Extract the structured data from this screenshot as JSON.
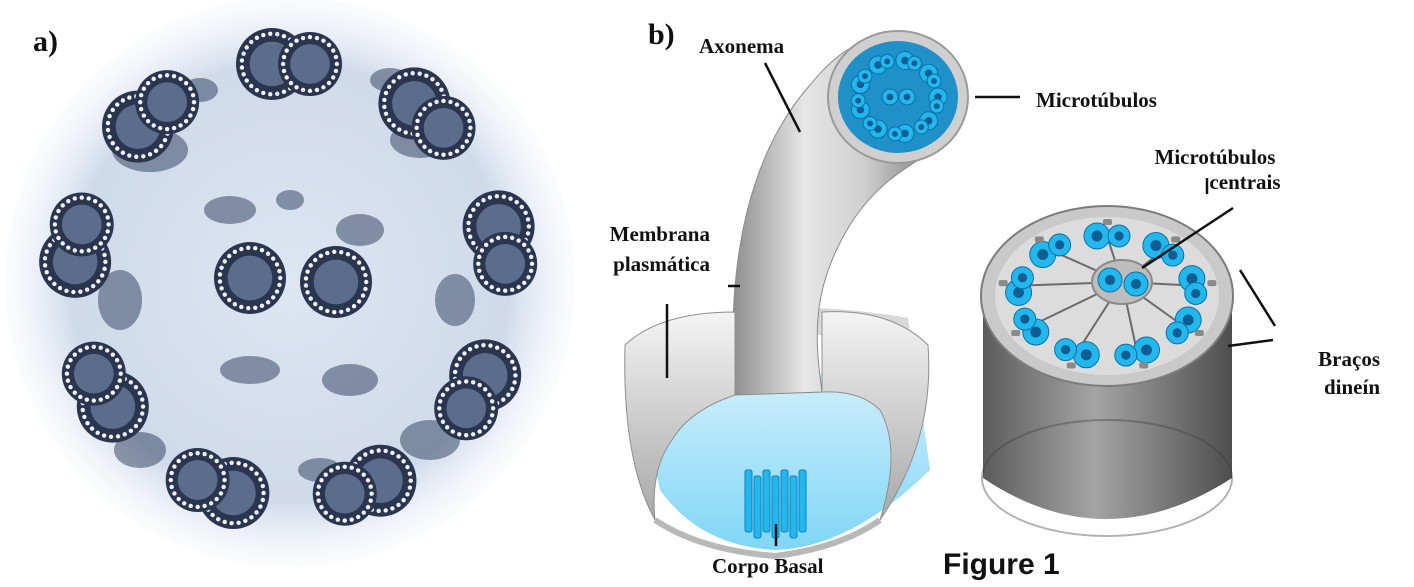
{
  "panels": {
    "a": "a)",
    "b": "b)"
  },
  "labels": {
    "axonema": "Axonema",
    "microtubulos": "Microtúbulos",
    "microtubulos_centrais_1": "Microtúbulos",
    "microtubulos_centrais_2": "centrais",
    "membrana_1": "Membrana",
    "membrana_2": "plasmática",
    "bracos_1": "Braços",
    "bracos_2": "dineín",
    "corpo_basal": "Corpo Basal"
  },
  "caption": "Figure 1",
  "colors": {
    "tubule_blue": "#22b8ee",
    "micrograph_ink": "#1c2638",
    "membrane_grey": "#bdbdbd"
  },
  "counts": {
    "peripheral_doublets": 9,
    "central_singlets": 2
  }
}
